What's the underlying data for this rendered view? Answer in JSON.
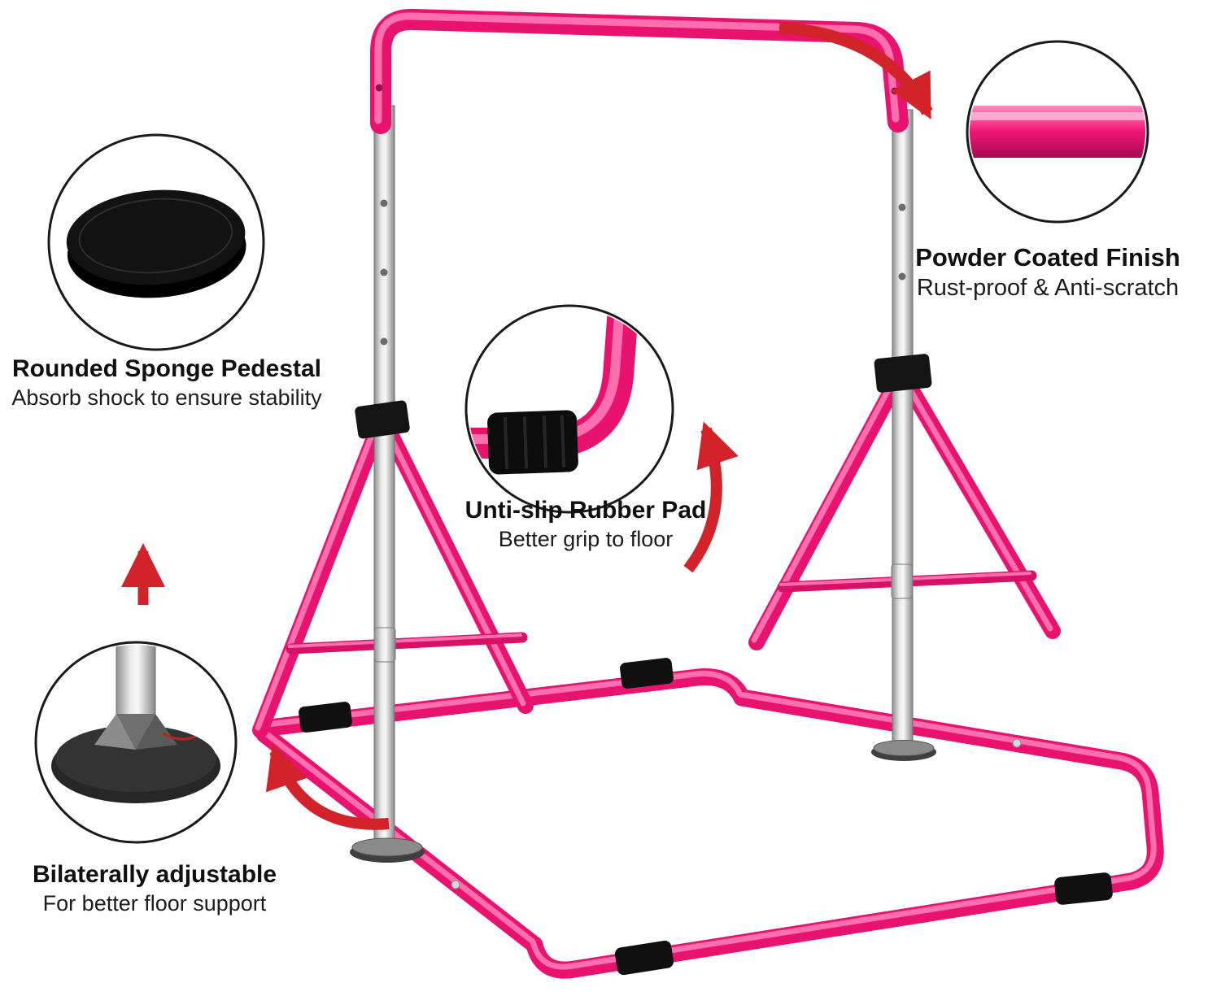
{
  "colors": {
    "pink": "#EC1377",
    "pink_highlight": "#FF6FAE",
    "pink_dark": "#A50A52",
    "arrow_red": "#D2232A",
    "black_part": "#111111",
    "silver": "#C9C9C9"
  },
  "callouts": {
    "pedestal": {
      "icon": "black-round-pedestal",
      "title": "Rounded Sponge Pedestal",
      "subtitle": "Absorb shock to ensure stability"
    },
    "rubber_pad": {
      "icon": "rubber-pad-on-pink-tube",
      "title": "Unti-slip Rubber Pad",
      "subtitle": "Better grip to floor"
    },
    "powder_coat": {
      "icon": "pink-coated-bar",
      "title": "Powder Coated Finish",
      "subtitle": "Rust-proof & Anti-scratch"
    },
    "adjustable": {
      "icon": "adjustable-pole-foot",
      "title": "Bilaterally adjustable",
      "subtitle": "For better floor support"
    }
  }
}
